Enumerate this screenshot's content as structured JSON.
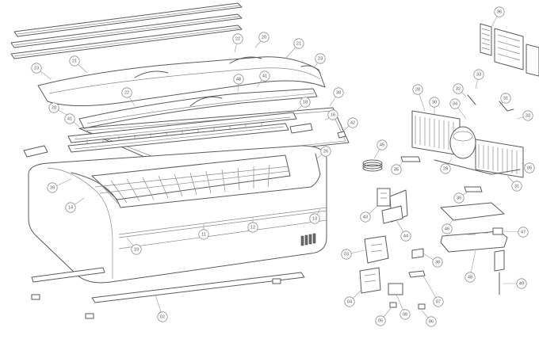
{
  "diagram": {
    "callouts": [
      {
        "id": "c36",
        "label": "36"
      },
      {
        "id": "c22a",
        "label": "22"
      },
      {
        "id": "c20a",
        "label": "20"
      },
      {
        "id": "c21a",
        "label": "21"
      },
      {
        "id": "c21b",
        "label": "21"
      },
      {
        "id": "c23a",
        "label": "23"
      },
      {
        "id": "c23b",
        "label": "23"
      },
      {
        "id": "c22b",
        "label": "22"
      },
      {
        "id": "c48",
        "label": "48"
      },
      {
        "id": "c41a",
        "label": "41"
      },
      {
        "id": "c18",
        "label": "18"
      },
      {
        "id": "c38",
        "label": "38"
      },
      {
        "id": "c20b",
        "label": "20"
      },
      {
        "id": "c41b",
        "label": "41"
      },
      {
        "id": "c16",
        "label": "16"
      },
      {
        "id": "c42",
        "label": "42"
      },
      {
        "id": "c26",
        "label": "26"
      },
      {
        "id": "c39",
        "label": "39"
      },
      {
        "id": "c14",
        "label": "14"
      },
      {
        "id": "c11",
        "label": "11"
      },
      {
        "id": "c12",
        "label": "12"
      },
      {
        "id": "c13",
        "label": "13"
      },
      {
        "id": "c19",
        "label": "19"
      },
      {
        "id": "c02",
        "label": "02"
      },
      {
        "id": "c33",
        "label": "33"
      },
      {
        "id": "c28",
        "label": "28"
      },
      {
        "id": "c32",
        "label": "32"
      },
      {
        "id": "c30",
        "label": "30"
      },
      {
        "id": "c34",
        "label": "34"
      },
      {
        "id": "c31a",
        "label": "31"
      },
      {
        "id": "c31b",
        "label": "31"
      },
      {
        "id": "c32b",
        "label": "32"
      },
      {
        "id": "c29",
        "label": "29"
      },
      {
        "id": "c45",
        "label": "45"
      },
      {
        "id": "c35a",
        "label": "35"
      },
      {
        "id": "c35b",
        "label": "35"
      },
      {
        "id": "c43",
        "label": "43"
      },
      {
        "id": "c44",
        "label": "44"
      },
      {
        "id": "c46",
        "label": "46"
      },
      {
        "id": "c47",
        "label": "47"
      },
      {
        "id": "c48b",
        "label": "48"
      },
      {
        "id": "c49",
        "label": "49"
      },
      {
        "id": "c03",
        "label": "03"
      },
      {
        "id": "c38b",
        "label": "38"
      },
      {
        "id": "c05",
        "label": "05"
      },
      {
        "id": "c04",
        "label": "04"
      },
      {
        "id": "c07",
        "label": "07"
      },
      {
        "id": "c06",
        "label": "06"
      },
      {
        "id": "c08",
        "label": "08"
      },
      {
        "id": "c05b",
        "label": "05"
      }
    ]
  }
}
